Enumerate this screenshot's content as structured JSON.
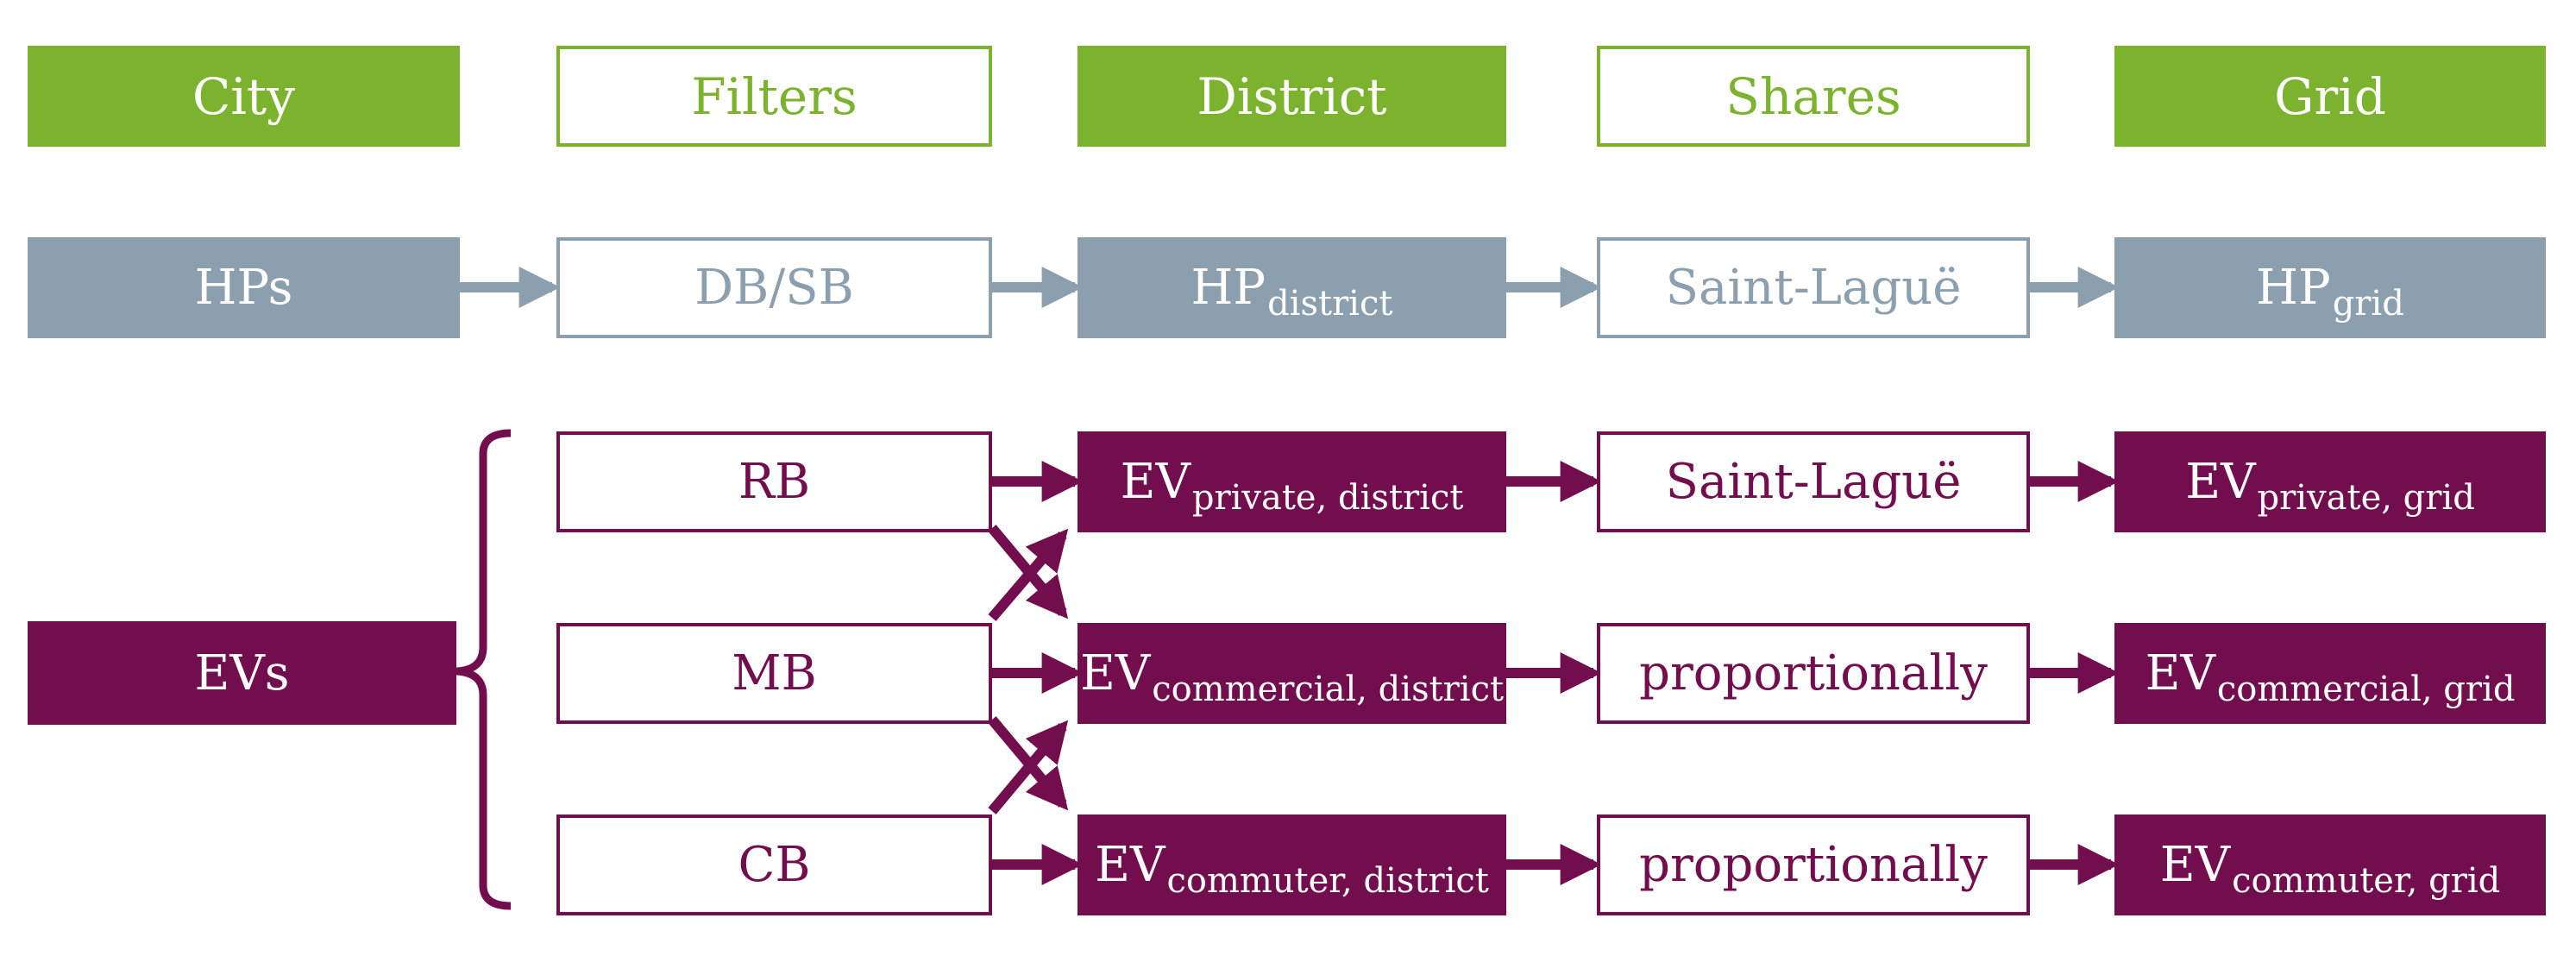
{
  "colors": {
    "green": "#7bb32e",
    "gray": "#8c9fae",
    "purple": "#720e4e",
    "background": "#ffffff"
  },
  "header": [
    "City",
    "Filters",
    "District",
    "Shares",
    "Grid"
  ],
  "hp_row": {
    "source": "HPs",
    "filter": "DB/SB",
    "district": {
      "main": "HP",
      "sub": "district"
    },
    "share": "Saint-Laguë",
    "grid": {
      "main": "HP",
      "sub": "grid"
    }
  },
  "ev_block": {
    "source": "EVs",
    "rows": [
      {
        "filter": "RB",
        "district": {
          "main": "EV",
          "sub": "private, district"
        },
        "share": "Saint-Laguë",
        "grid": {
          "main": "EV",
          "sub": "private, grid"
        }
      },
      {
        "filter": "MB",
        "district": {
          "main": "EV",
          "sub": "commercial, district"
        },
        "share": "proportionally",
        "grid": {
          "main": "EV",
          "sub": "commercial, grid"
        }
      },
      {
        "filter": "CB",
        "district": {
          "main": "EV",
          "sub": "commuter, district"
        },
        "share": "proportionally",
        "grid": {
          "main": "EV",
          "sub": "commuter, grid"
        }
      }
    ]
  }
}
